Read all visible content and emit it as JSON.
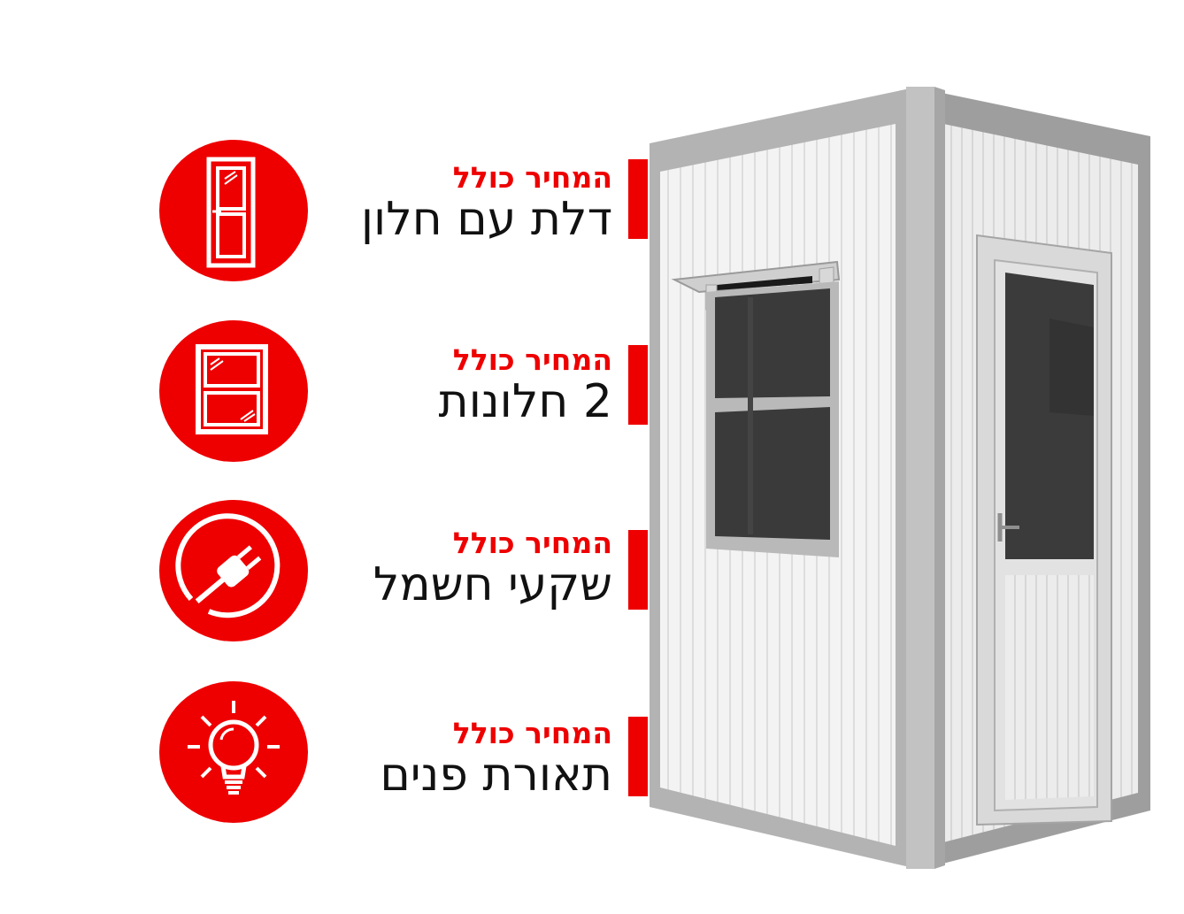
{
  "features": [
    {
      "icon": "door-with-window-icon",
      "subtitle": "המחיר כולל",
      "title": "דלת עם חלון"
    },
    {
      "icon": "window-icon",
      "subtitle": "המחיר כולל",
      "title": "2 חלונות"
    },
    {
      "icon": "electric-plug-icon",
      "subtitle": "המחיר כולל",
      "title": "שקעי חשמל"
    },
    {
      "icon": "light-bulb-icon",
      "subtitle": "המחיר כולל",
      "title": "תאורת פנים"
    }
  ],
  "colors": {
    "accent": "#ee0000",
    "text": "#111111",
    "booth_frame": "#aeaeae",
    "booth_panel": "#ededed"
  }
}
